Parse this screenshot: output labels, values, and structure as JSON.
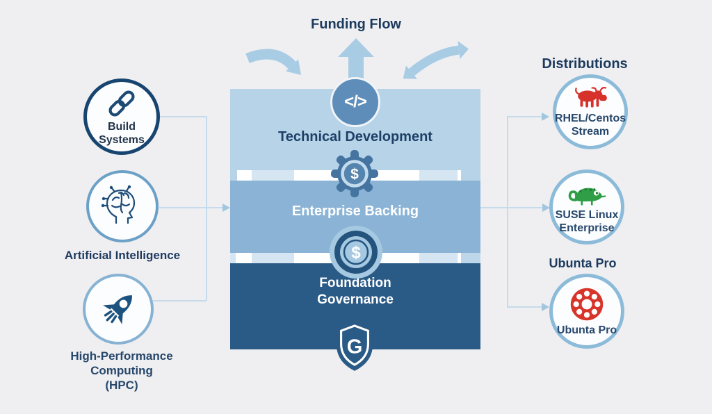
{
  "colors": {
    "background": "#efeff1",
    "layer_light_blue": "#b6d3e8",
    "layer_medium_blue": "#8ab3d5",
    "layer_dark_blue": "#2a5a86",
    "arrow_blue": "#a9cce5",
    "connector_blue": "#c5daea",
    "navy_text": "#1c3a5e",
    "redhat_red": "#d6312b",
    "suse_green": "#2f9e47",
    "ubuntu_red": "#d8352a"
  },
  "funding_flow": {
    "label": "Funding Flow",
    "arrows": [
      "curved-arrow-left",
      "up-arrow",
      "curved-double-arrow-right"
    ]
  },
  "stack": {
    "layers": [
      {
        "label": "Technical Development"
      },
      {
        "label": "Enterprise Backing"
      },
      {
        "label_lines": [
          "Foundation",
          "Governance"
        ]
      }
    ],
    "code_glyph": "</>",
    "gear_dollar": "$",
    "coin_dollar": "$",
    "shield_letter": "G",
    "icons": [
      "code-icon",
      "gear-dollar-icon",
      "coin-dollar-icon",
      "shield-g-icon"
    ]
  },
  "inputs": {
    "items": [
      {
        "label": "Build Systems",
        "icon": "chain-link-icon"
      },
      {
        "label": "Artificial Intelligence",
        "icon": "ai-brain-icon"
      },
      {
        "label_lines": [
          "High-Performance",
          "Computing",
          "(HPC)"
        ],
        "icon": "rocket-icon"
      }
    ]
  },
  "distributions": {
    "heading": "Distributions",
    "items": [
      {
        "label_lines": [
          "RHEL/Centos",
          "Stream"
        ],
        "icon": "red-hat-bull-icon"
      },
      {
        "label_lines": [
          "SUSE Linux",
          "Enterprise"
        ],
        "icon": "suse-chameleon-icon"
      },
      {
        "label": "Ubunta Pro",
        "outside_label": "Ubunta Pro",
        "icon": "ubuntu-ring-icon"
      }
    ]
  }
}
